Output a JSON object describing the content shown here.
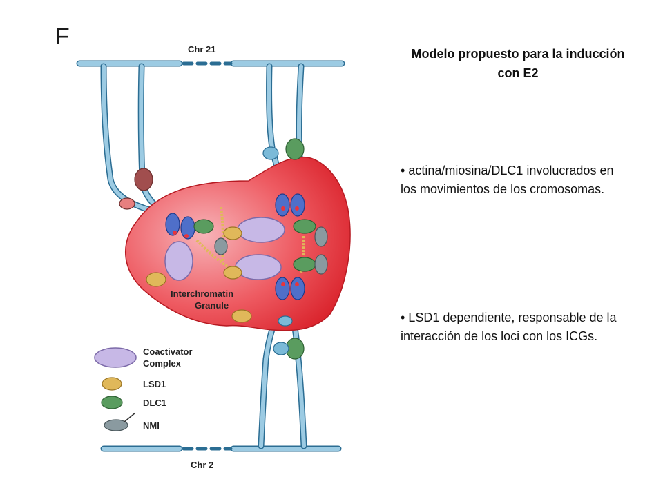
{
  "figure": {
    "panel_letter": "F",
    "chr_top_label": "Chr 21",
    "chr_bottom_label": "Chr 2",
    "granule_label_line1": "Interchromatin",
    "granule_label_line2": "Granule",
    "legend": [
      {
        "line1": "Coactivator",
        "line2": "Complex"
      },
      {
        "line1": "LSD1"
      },
      {
        "line1": "DLC1"
      },
      {
        "line1": "NMI"
      }
    ]
  },
  "text": {
    "title": "Modelo propuesto para la inducción con E2",
    "bullets": [
      "• actina/miosina/DLC1 involucrados en los movimientos de los cromosomas.",
      "• LSD1 dependiente, responsable de la interacción de los loci con los ICGs."
    ]
  },
  "colors": {
    "chromatin": "#8fc3dd",
    "granule": "#e8343c",
    "coactivator": "#c7b8e6",
    "lsd1": "#e0b85a",
    "dlc1": "#5a9c5f",
    "nmi": "#8a9aa0",
    "receptor": "#4f6fc9"
  }
}
